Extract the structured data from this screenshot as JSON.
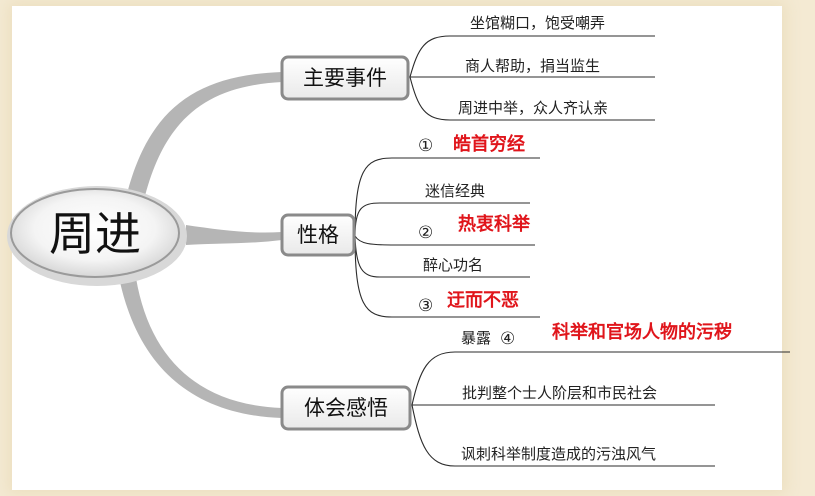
{
  "central": {
    "label": "周进"
  },
  "branches": [
    {
      "label": "主要事件",
      "items": [
        {
          "text": "坐馆糊口，饱受嘲弄"
        },
        {
          "text": "商人帮助，捐当监生"
        },
        {
          "text": "周进中举，众人齐认亲"
        }
      ]
    },
    {
      "label": "性格",
      "items": [
        {
          "num": "①",
          "answer": "皓首穷经"
        },
        {
          "text": "迷信经典"
        },
        {
          "num": "②",
          "answer": "热衷科举"
        },
        {
          "text": "醉心功名"
        },
        {
          "num": "③",
          "answer": "迂而不恶"
        }
      ]
    },
    {
      "label": "体会感悟",
      "items": [
        {
          "text": "暴露",
          "num": "④",
          "answer": "科举和官场人物的污秽"
        },
        {
          "text": "批判整个士人阶层和市民社会"
        },
        {
          "text": "讽刺科举制度造成的污浊风气"
        }
      ]
    }
  ],
  "colors": {
    "answer": "#e0151b",
    "branch_stroke": "#8a8a8a",
    "line": "#2b2b2b"
  }
}
